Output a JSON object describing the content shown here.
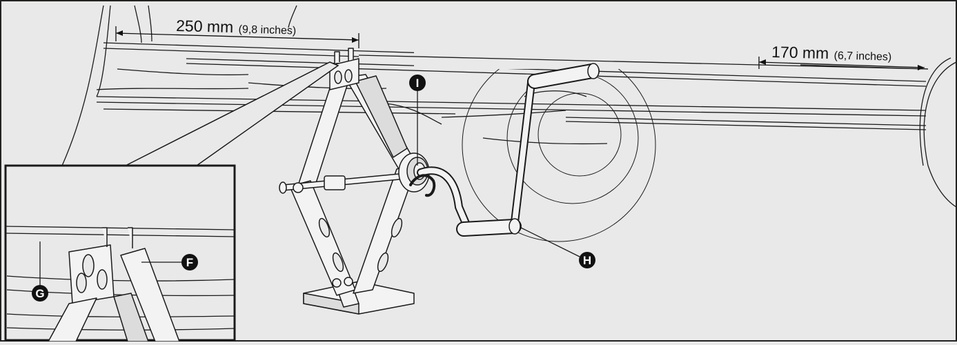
{
  "dimensions": {
    "rear": {
      "value": "250 mm",
      "alt": "(9,8 inches)"
    },
    "front": {
      "value": "170 mm",
      "alt": "(6,7 inches)"
    }
  },
  "callouts": {
    "F": "F",
    "G": "G",
    "H": "H",
    "I": "I"
  },
  "colors": {
    "background": "#e9e9ea",
    "line": "#1a1a1a",
    "callout_fill": "#111111"
  }
}
